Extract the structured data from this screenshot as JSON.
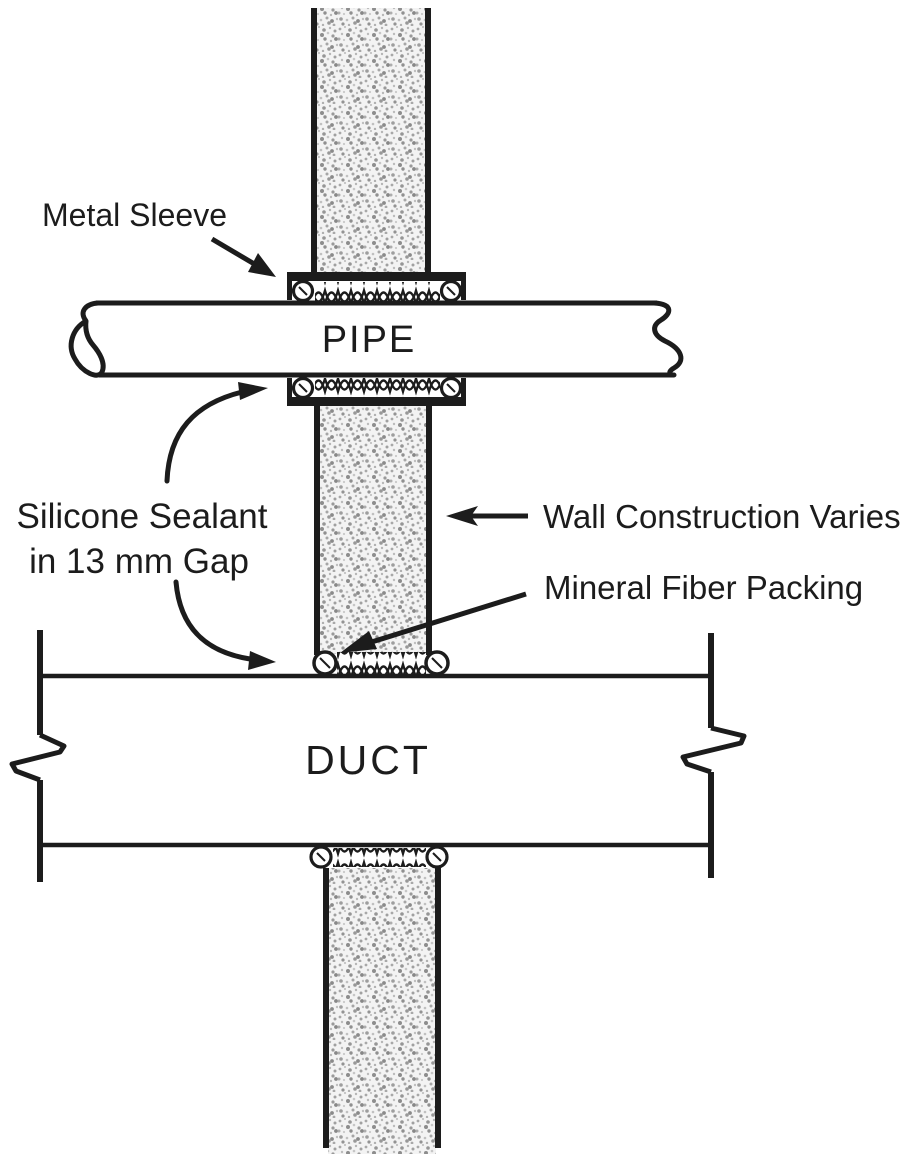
{
  "diagram": {
    "description": "Firestop detail of pipe and duct penetrations through a wall",
    "labels": {
      "metal_sleeve": "Metal Sleeve",
      "pipe": "PIPE",
      "silicone_line1": "Silicone Sealant",
      "silicone_line2": "in 13 mm Gap",
      "wall_construction": "Wall Construction Varies",
      "mineral_fiber": "Mineral Fiber Packing",
      "duct": "DUCT"
    },
    "colors": {
      "ink": "#1c1c1c",
      "paper": "#ffffff",
      "wall_fill": "#f3f3f3"
    }
  }
}
